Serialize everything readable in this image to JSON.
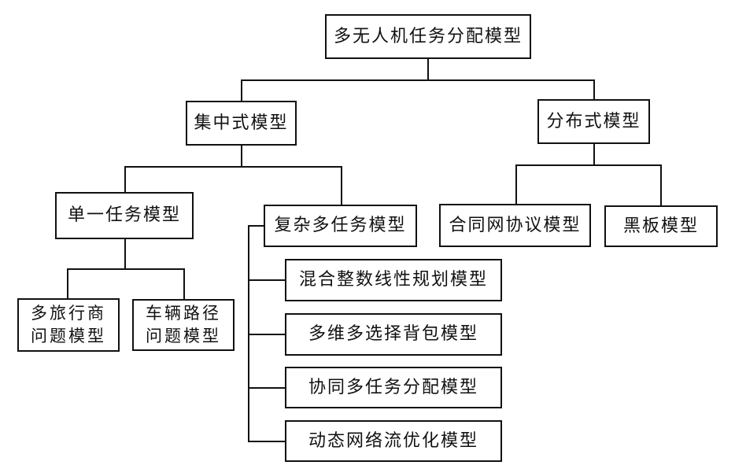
{
  "diagram": {
    "root": "多无人机任务分配模型",
    "centralized": "集中式模型",
    "distributed": "分布式模型",
    "single_task": "单一任务模型",
    "complex_multi_task": "复杂多任务模型",
    "contract_net": "合同网协议模型",
    "blackboard": "黑板模型",
    "tsp_line1": "多旅行商",
    "tsp_line2": "问题模型",
    "vrp_line1": "车辆路径",
    "vrp_line2": "问题模型",
    "milp": "混合整数线性规划模型",
    "mmkp": "多维多选择背包模型",
    "cooperative": "协同多任务分配模型",
    "dynamic_flow": "动态网络流优化模型"
  }
}
